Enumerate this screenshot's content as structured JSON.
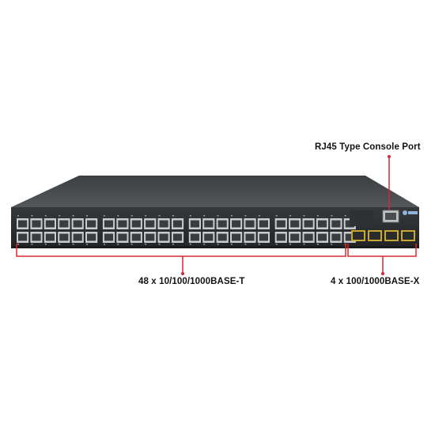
{
  "callouts": {
    "console_port": "RJ45 Type Console Port",
    "rj45_ports": "48 x 10/100/1000BASE-T",
    "sfp_ports": "4 x 100/1000BASE-X"
  },
  "device": {
    "rj45_port_count": 48,
    "sfp_port_count": 4
  },
  "colors": {
    "chassis_top": "#4a4d4f",
    "chassis_front": "#2b2d2f",
    "callout_line": "#d7282f"
  }
}
